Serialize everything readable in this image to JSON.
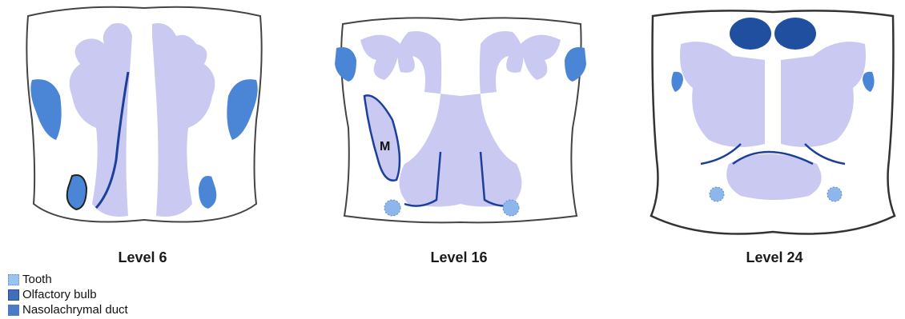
{
  "levels": [
    {
      "label": "Level 6"
    },
    {
      "label": "Level 16"
    },
    {
      "label": "Level 24"
    }
  ],
  "annotations": {
    "meatus_label": "M"
  },
  "legend": [
    {
      "label": "Tooth",
      "icon": "tooth-swatch-icon"
    },
    {
      "label": "Olfactory bulb",
      "icon": "olfactory-bulb-swatch-icon"
    },
    {
      "label": "Nasolachrymal duct",
      "icon": "nasolachrymal-duct-swatch-icon"
    }
  ],
  "colors": {
    "airway": "#c9c9f2",
    "outline": "#3a3a3a",
    "epithelium": "#1c3f9a",
    "nasolachrymal_duct": "#4b86d6",
    "olfactory_bulb": "#1f4f9e",
    "tooth": "#8fb6ea"
  }
}
